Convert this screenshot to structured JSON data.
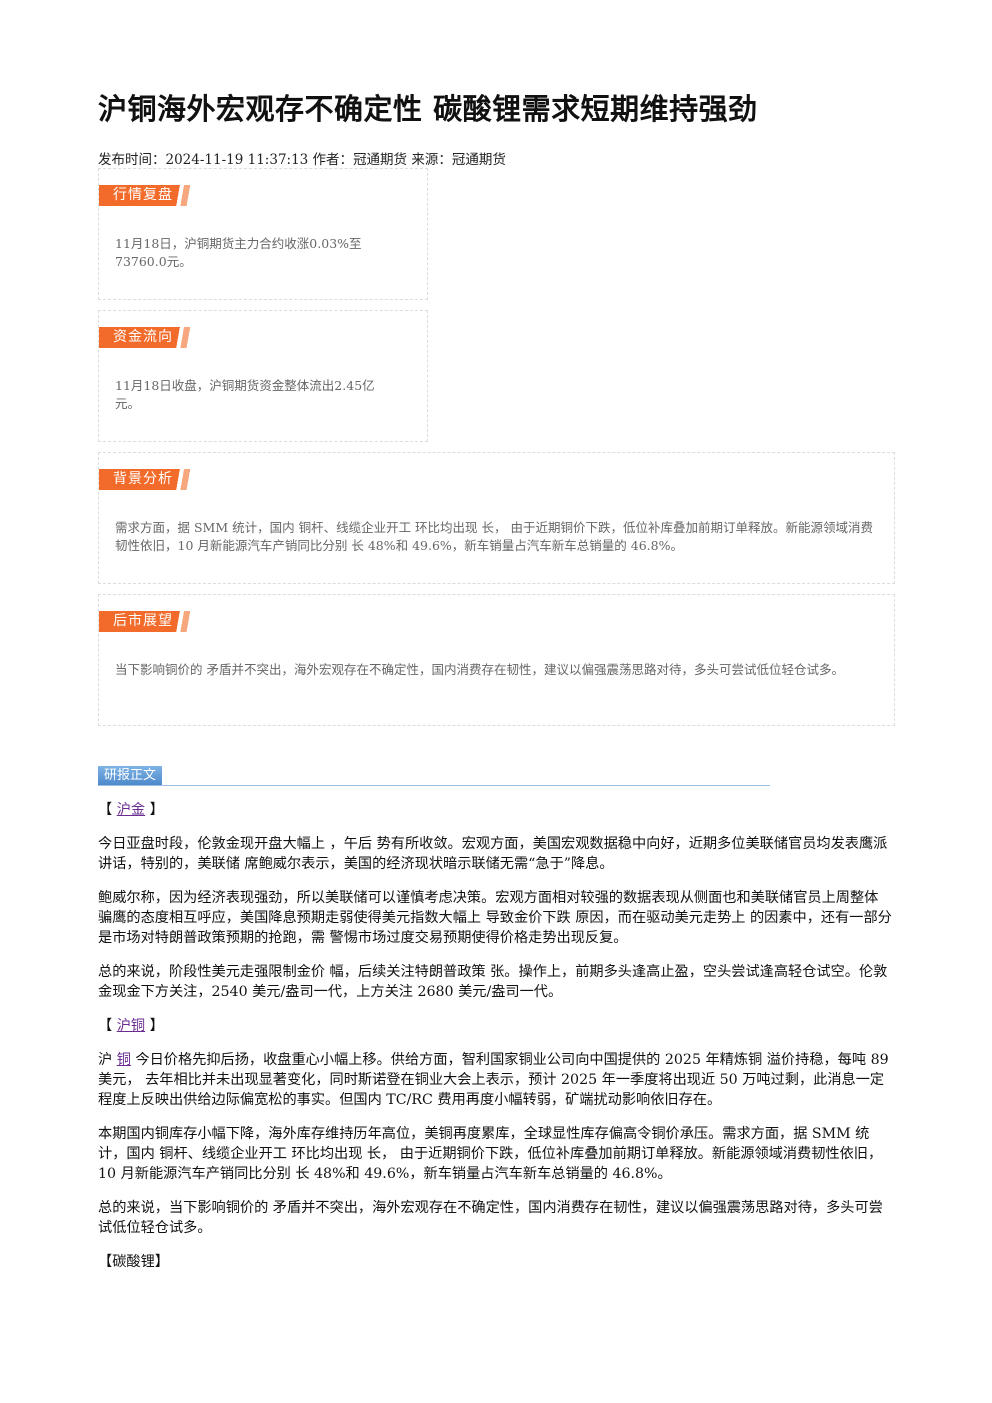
{
  "title": "沪铜海外宏观存不确定性 碳酸锂需求短期维持强劲",
  "meta": {
    "publish_label": "发布时间：",
    "publish_time": "2024-11-19 11:37:13",
    "author_label": " 作者：",
    "author": "冠通期货",
    "source_label": " 来源：",
    "source": "冠通期货"
  },
  "cards": [
    {
      "tag": "行情复盘",
      "text": "11月18日，沪铜期货主力合约收涨0.03%至73760.0元。"
    },
    {
      "tag": "资金流向",
      "text": "11月18日收盘，沪铜期货资金整体流出2.45亿元。"
    },
    {
      "tag": "背景分析",
      "text": "需求方面，据 SMM 统计，国内 铜杆、线缆企业开工 环比均出现 长， 由于近期铜价下跌，低位补库叠加前期订单释放。新能源领域消费韧性依旧，10 月新能源汽车产销同比分别 长 48%和 49.6%，新车销量占汽车新车总销量的 46.8%。"
    },
    {
      "tag": "后市展望",
      "text": "当下影响铜价的 矛盾并不突出，海外宏观存在不确定性，国内消费存在韧性，建议以偏强震荡思路对待，多头可尝试低位轻仓试多。"
    }
  ],
  "report": {
    "section_tag": "研报正文",
    "h_gold_open": "【 ",
    "h_gold_link": "沪金",
    "h_gold_close": " 】",
    "p1": "今日亚盘时段，伦敦金现开盘大幅上 ，午后 势有所收敛。宏观方面，美国宏观数据稳中向好，近期多位美联储官员均发表鹰派讲话，特别的，美联储 席鲍威尔表示，美国的经济现状暗示联储无需“急于”降息。",
    "p2": "鲍威尔称，因为经济表现强劲，所以美联储可以谨慎考虑决策。宏观方面相对较强的数据表现从侧面也和美联储官员上周整体骗鹰的态度相互呼应，美国降息预期走弱使得美元指数大幅上 导致金价下跌 原因，而在驱动美元走势上 的因素中，还有一部分是市场对特朗普政策预期的抢跑，需 警惕市场过度交易预期使得价格走势出现反复。",
    "p3": "总的来说，阶段性美元走强限制金价 幅，后续关注特朗普政策 张。操作上，前期多头逢高止盈，空头尝试逢高轻仓试空。伦敦金现金下方关注，2540 美元/盎司一代，上方关注 2680 美元/盎司一代。",
    "h_cu_open": "【 ",
    "h_cu_link": "沪铜",
    "h_cu_close": " 】",
    "p4_prefix": "沪 ",
    "p4_link": "铜",
    "p4": " 今日价格先抑后扬，收盘重心小幅上移。供给方面，智利国家铜业公司向中国提供的 2025 年精炼铜 溢价持稳，每吨 89 美元， 去年相比并未出现显著变化，同时斯诺登在铜业大会上表示，预计 2025 年一季度将出现近 50 万吨过剩，此消息一定程度上反映出供给边际偏宽松的事实。但国内 TC/RC 费用再度小幅转弱，矿端扰动影响依旧存在。",
    "p5": "本期国内铜库存小幅下降，海外库存维持历年高位，美铜再度累库，全球显性库存偏高令铜价承压。需求方面，据 SMM 统计，国内 铜杆、线缆企业开工 环比均出现 长， 由于近期铜价下跌，低位补库叠加前期订单释放。新能源领域消费韧性依旧，10 月新能源汽车产销同比分别 长 48%和 49.6%，新车销量占汽车新车总销量的 46.8%。",
    "p6": "总的来说，当下影响铜价的 矛盾并不突出，海外宏观存在不确定性，国内消费存在韧性，建议以偏强震荡思路对待，多头可尝试低位轻仓试多。",
    "h_li": "【碳酸锂】"
  }
}
